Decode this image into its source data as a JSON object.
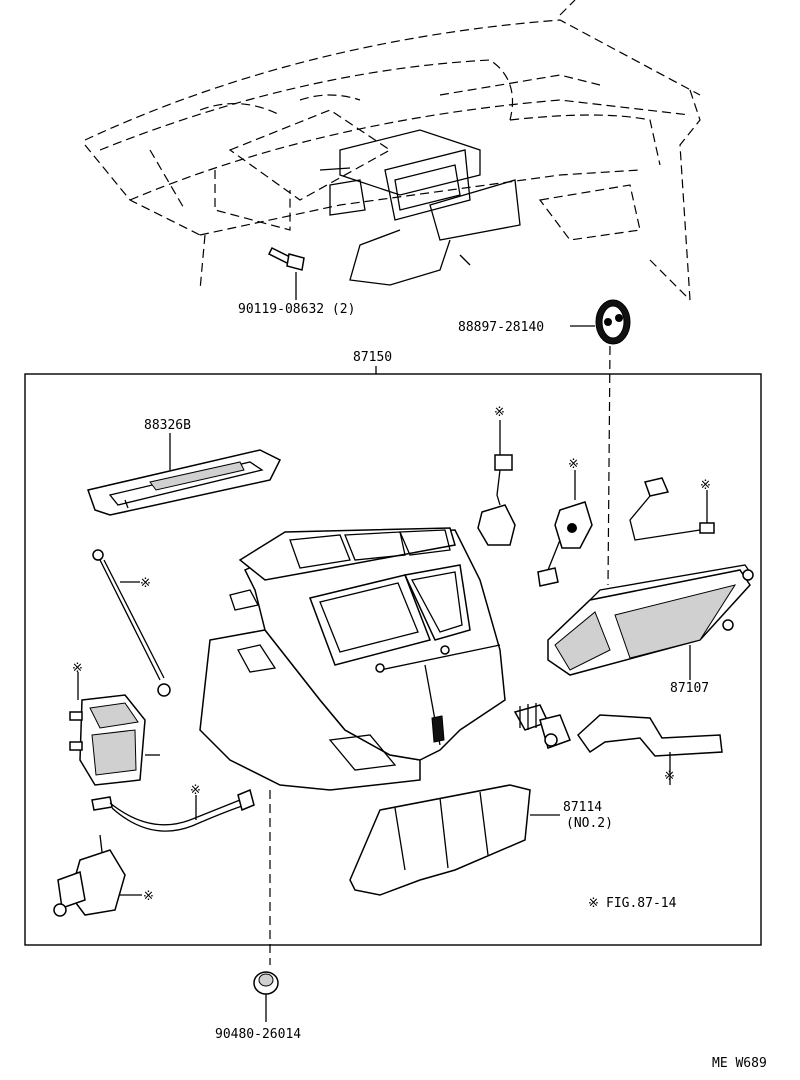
{
  "labels": {
    "bolt": "90119-08632 (2)",
    "grommet_top": "88897-28140",
    "assembly": "87150",
    "panel": "88326B",
    "core_rear": "87107",
    "cover": "87114",
    "cover_note": "(NO.2)",
    "fig_ref": "FIG.87-14",
    "grommet_bottom": "90480-26014",
    "drawing_code": "ME W689"
  },
  "marker_symbol": "※"
}
